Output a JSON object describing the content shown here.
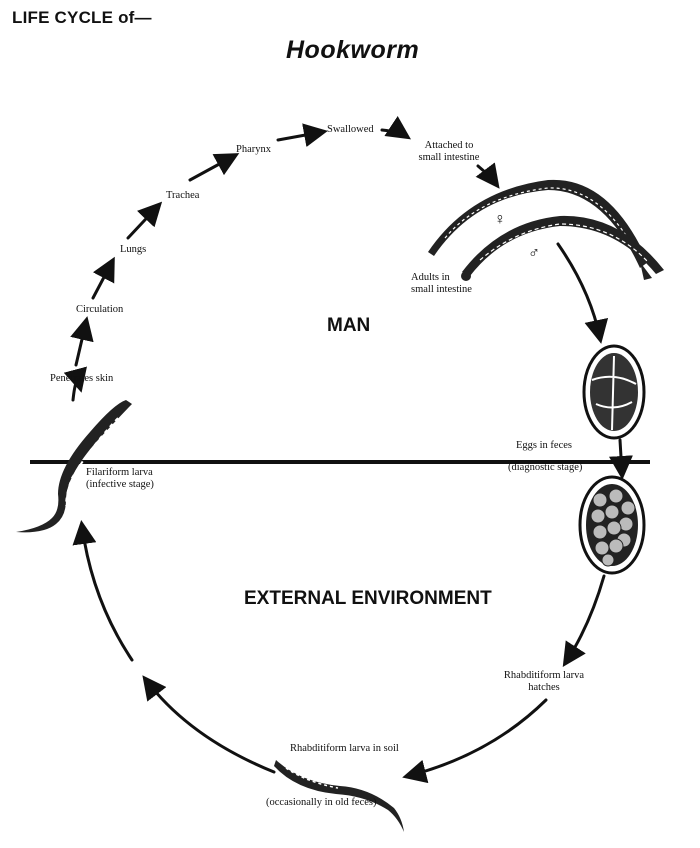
{
  "header": {
    "heading": "LIFE CYCLE of—",
    "title": "Hookworm"
  },
  "regions": {
    "host": "MAN",
    "environment": "EXTERNAL ENVIRONMENT"
  },
  "stages": {
    "penetrates_skin": "Penetrates skin",
    "circulation": "Circulation",
    "lungs": "Lungs",
    "trachea": "Trachea",
    "pharynx": "Pharynx",
    "swallowed": "Swallowed",
    "attached_line1": "Attached to",
    "attached_line2": "small intestine",
    "adults_line1": "Adults in",
    "adults_line2": "small intestine",
    "female_symbol": "♀",
    "male_symbol": "♂",
    "eggs_in_feces": "Eggs in feces",
    "diagnostic_stage": "(diagnostic stage)",
    "rhabditiform_hatch_line1": "Rhabditiform larva",
    "rhabditiform_hatch_line2": "hatches",
    "rhabditiform_soil": "Rhabditiform larva in soil",
    "old_feces": "(occasionally in old feces)",
    "filariform_line1": "Filariform larva",
    "filariform_line2": "(infective stage)"
  }
}
